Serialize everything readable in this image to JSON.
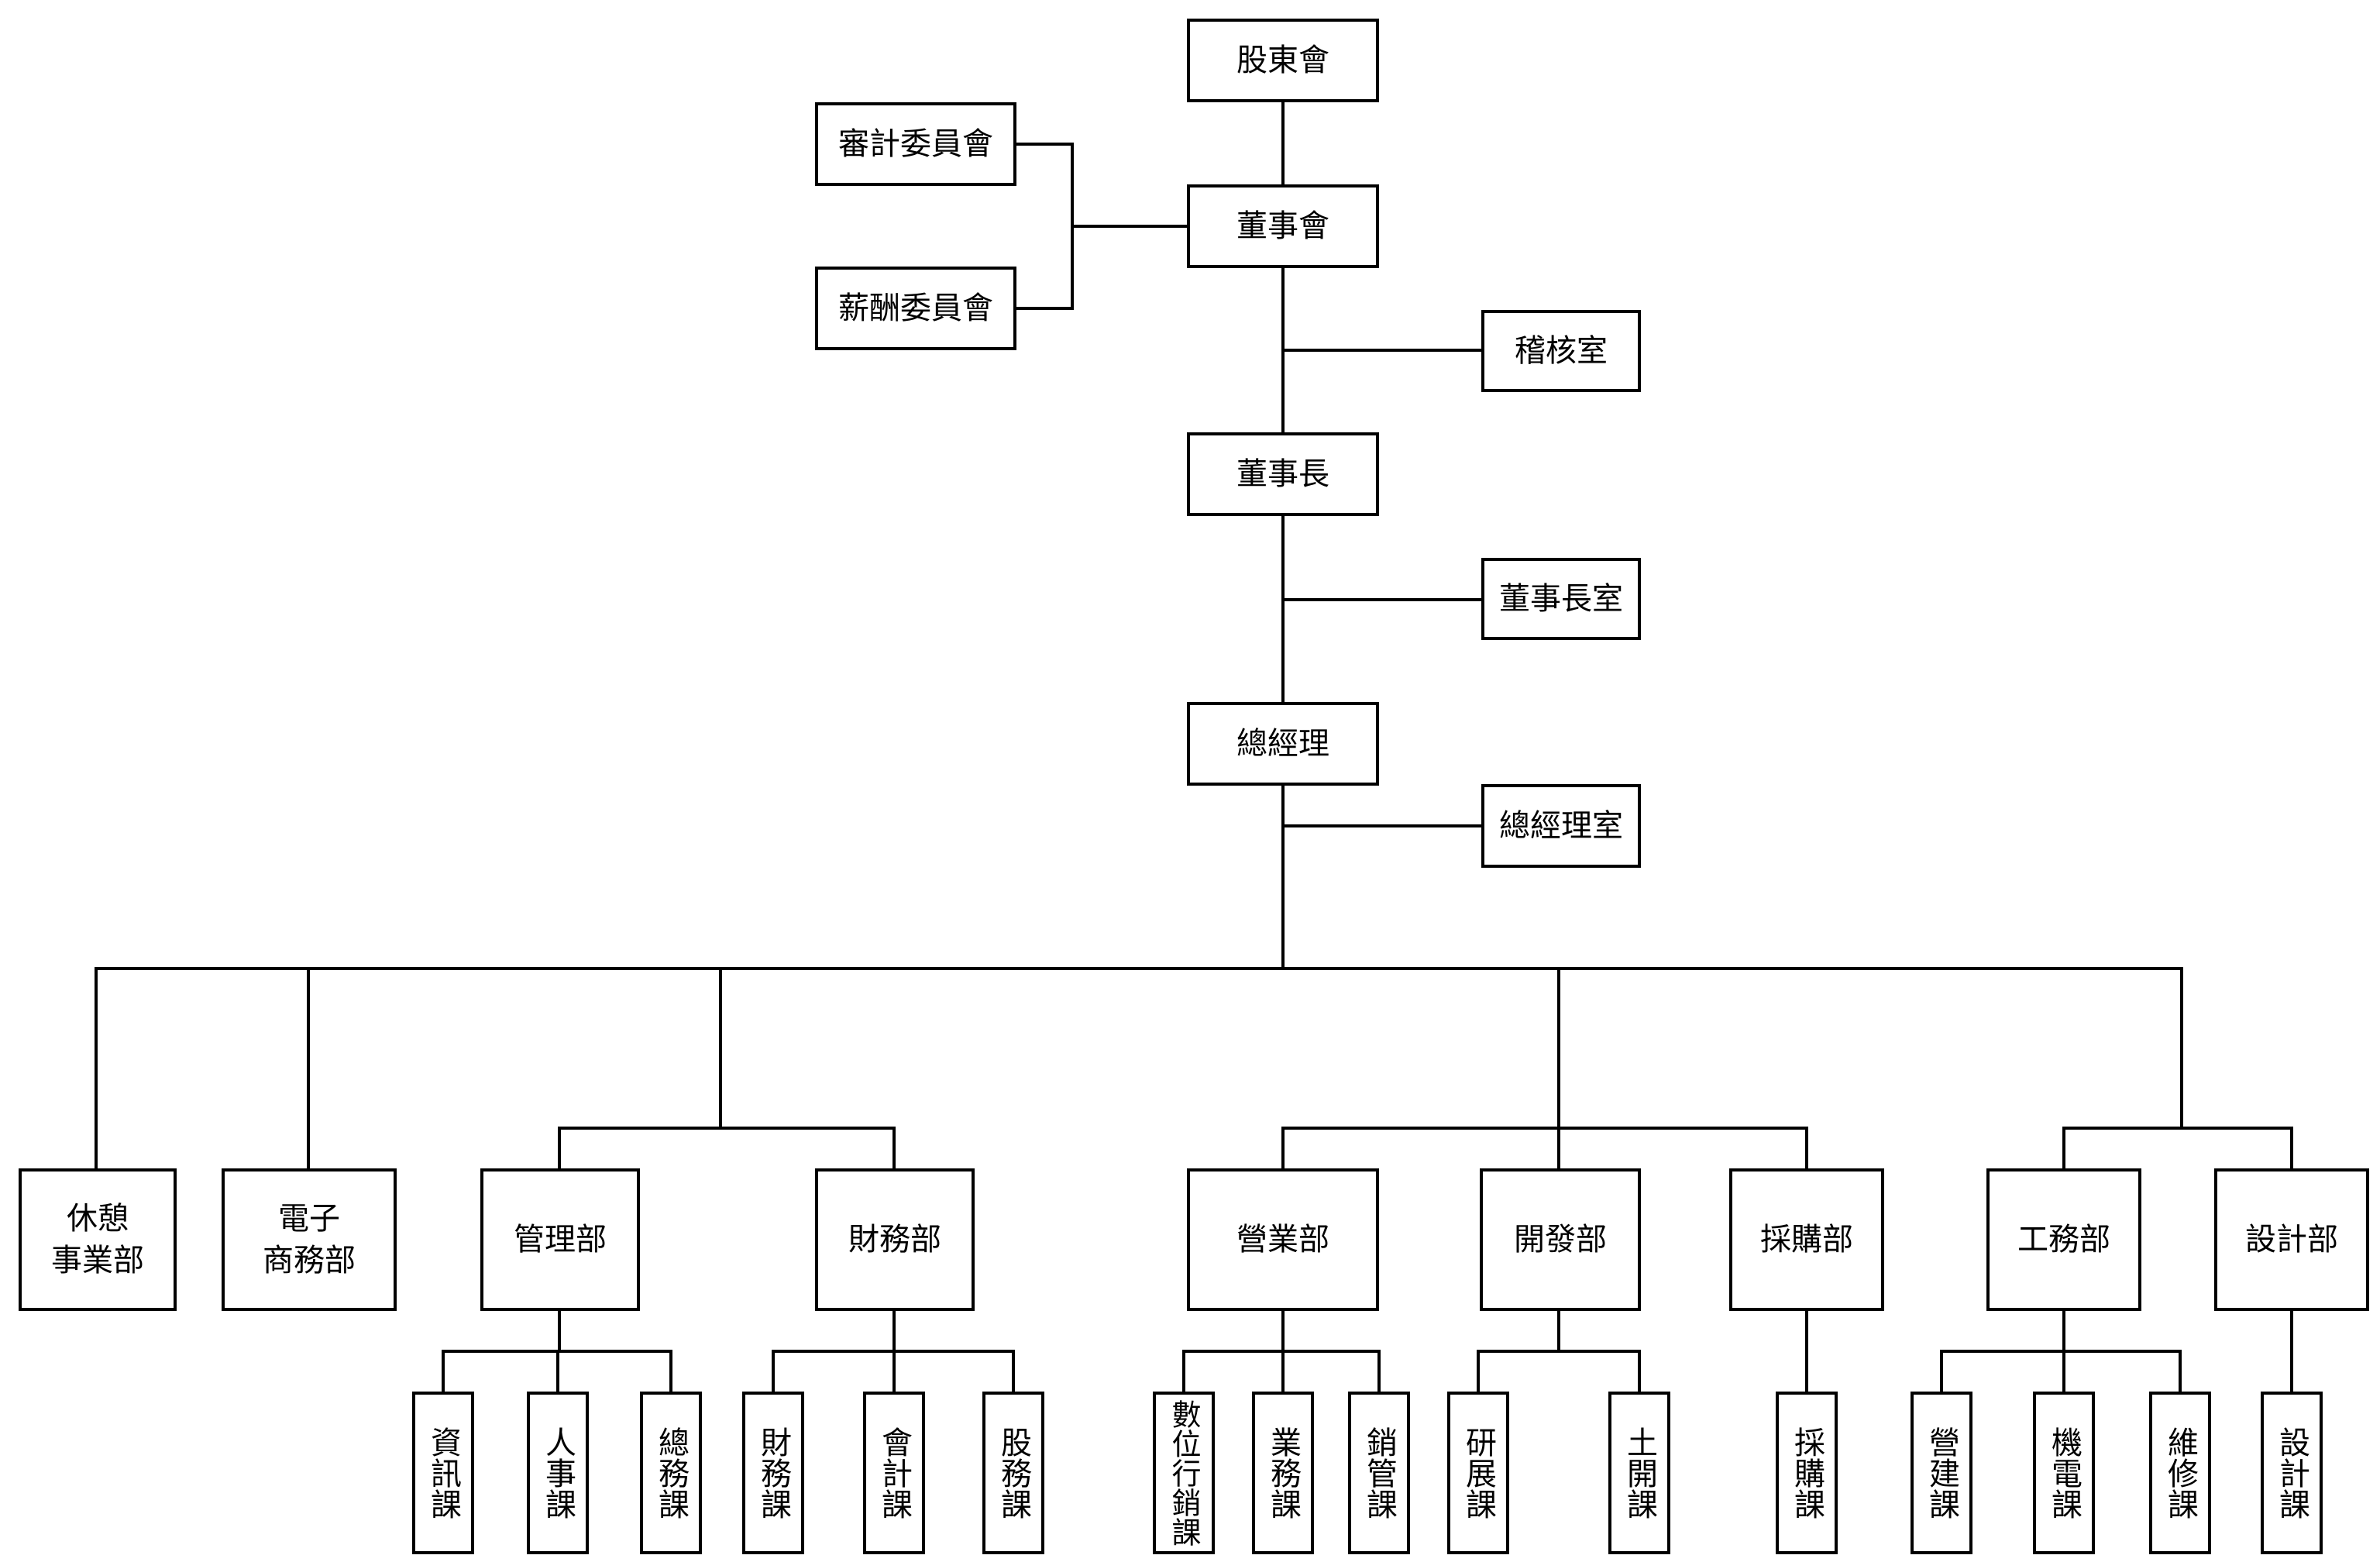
{
  "nodes": {
    "shareholders": "股東會",
    "audit_committee": "審計委員會",
    "remuneration_committee": "薪酬委員會",
    "board": "董事會",
    "audit_office": "稽核室",
    "chairman": "董事長",
    "chairman_office": "董事長室",
    "general_manager": "總經理",
    "gm_office": "總經理室",
    "leisure_division": "休憩\n事業部",
    "ecommerce_division": "電子\n商務部",
    "management_dept": "管理部",
    "finance_dept": "財務部",
    "sales_dept": "營業部",
    "development_dept": "開發部",
    "procurement_dept": "採購部",
    "engineering_dept": "工務部",
    "design_dept": "設計部",
    "it_section": "資訊課",
    "hr_section": "人事課",
    "general_affairs_section": "總務課",
    "finance_section": "財務課",
    "accounting_section": "會計課",
    "stock_affairs_section": "股務課",
    "digital_marketing_section": "數位行銷課",
    "business_section": "業務課",
    "sales_mgmt_section": "銷管課",
    "rnd_section": "研展課",
    "land_dev_section": "土開課",
    "procurement_section": "採購課",
    "construction_section": "營建課",
    "mep_section": "機電課",
    "maintenance_section": "維修課",
    "design_section": "設計課"
  },
  "colors": {
    "line": "#000000",
    "box_fill": "#ffffff",
    "text": "#000000"
  }
}
